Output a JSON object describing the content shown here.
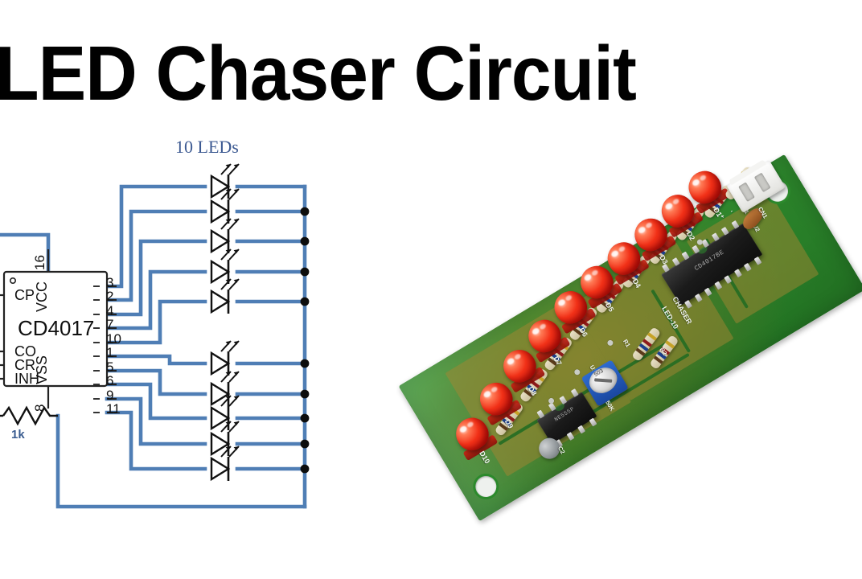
{
  "page": {
    "title": "LED Chaser Circuit",
    "background_color": "#ffffff"
  },
  "colors": {
    "wire": "#4f7eb5",
    "schematic_line": "#1a1a1a",
    "label_blue": "#3a5c90",
    "leds_label": "#3d5a92",
    "pcb_green": "#2c8a2c",
    "led_red": "#f23118",
    "title_black": "#010101"
  },
  "schematic": {
    "caption": "10 LEDs",
    "ic": {
      "name": "CD4017",
      "left_pin_labels": [
        "CP",
        "CO",
        "CR",
        "INH"
      ],
      "power_top_label": "VCC",
      "power_top_pin": "16",
      "power_bottom_label": "VSS",
      "power_bottom_pin": "8",
      "output_pins": [
        "3",
        "2",
        "4",
        "7",
        "10",
        "1",
        "5",
        "6",
        "9",
        "11"
      ]
    },
    "resistor": {
      "label": "1k"
    },
    "led_count": 10
  },
  "pcb": {
    "board_label_lines": [
      "LED-10",
      "CHASER"
    ],
    "leds": [
      "D1",
      "D2",
      "D3",
      "D4",
      "D5",
      "D6",
      "D7",
      "D8",
      "D9",
      "D10"
    ],
    "ics": [
      {
        "ref": "U2",
        "marking": "CD4017BE",
        "pins": 16
      },
      {
        "ref": "U1",
        "marking": "NE555P",
        "pins": 8
      }
    ],
    "trimpot": {
      "ref": "VR1",
      "value": "50K",
      "code": "503"
    },
    "resistors": [
      {
        "ref": "R1"
      },
      {
        "ref": "R2"
      }
    ],
    "capacitors": [
      {
        "ref": "C1"
      },
      {
        "ref": "C2"
      }
    ],
    "connector": {
      "ref": "CN1",
      "pins": 2,
      "type": "jst-white"
    },
    "power_marks": [
      "+",
      "-"
    ]
  }
}
